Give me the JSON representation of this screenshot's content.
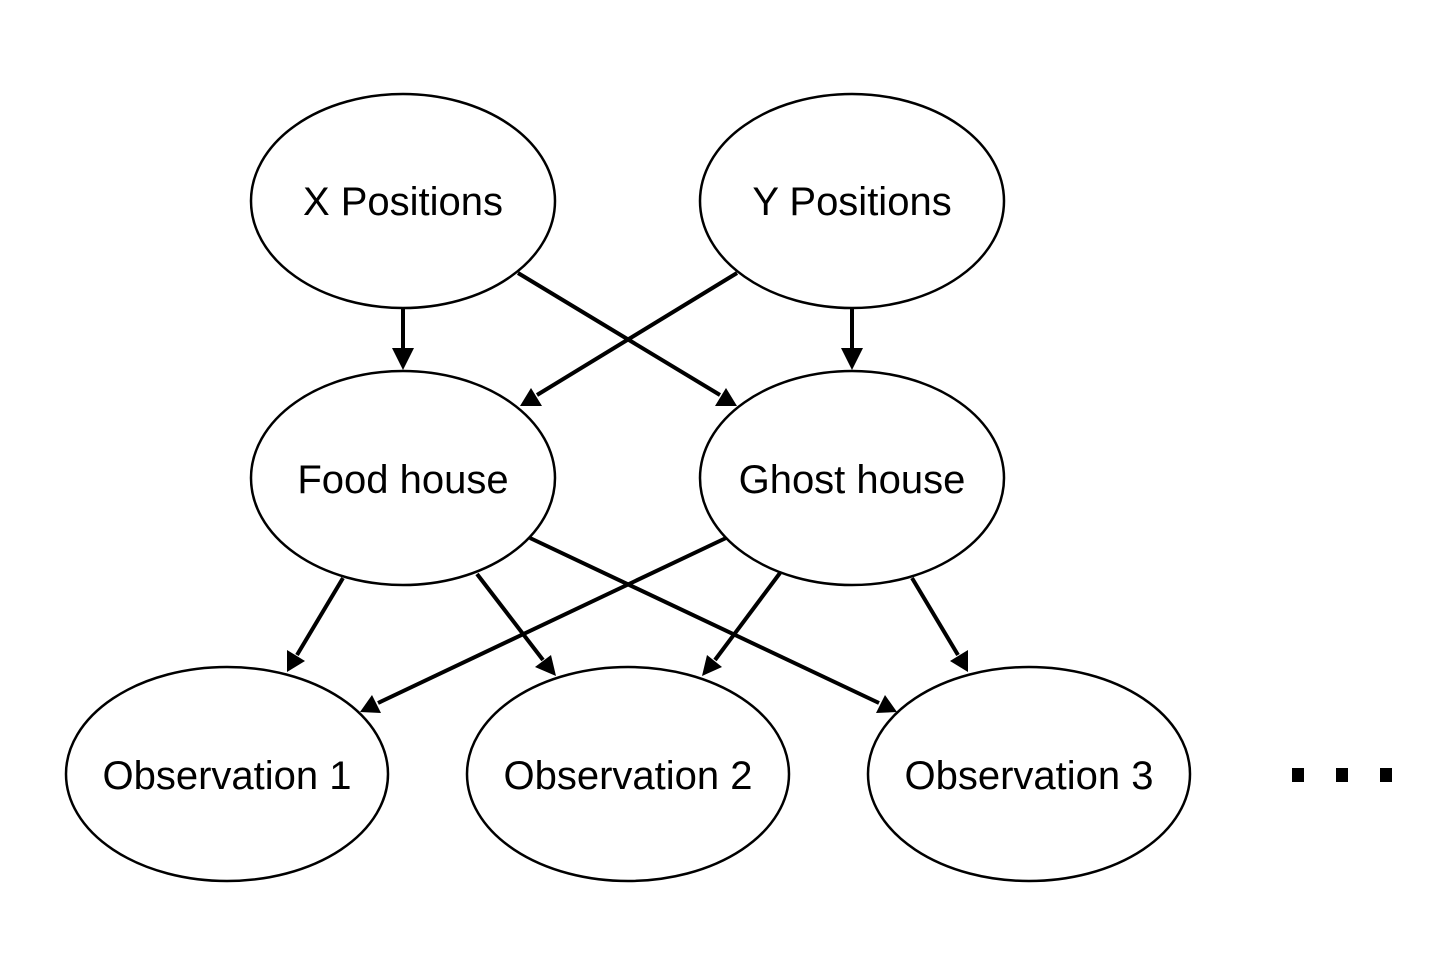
{
  "diagram": {
    "type": "bayesian-network",
    "nodes": {
      "x_positions": "X Positions",
      "y_positions": "Y Positions",
      "food_house": "Food house",
      "ghost_house": "Ghost house",
      "observation_1": "Observation 1",
      "observation_2": "Observation 2",
      "observation_3": "Observation 3"
    },
    "edges": [
      {
        "from": "x_positions",
        "to": "food_house"
      },
      {
        "from": "x_positions",
        "to": "ghost_house"
      },
      {
        "from": "y_positions",
        "to": "food_house"
      },
      {
        "from": "y_positions",
        "to": "ghost_house"
      },
      {
        "from": "food_house",
        "to": "observation_1"
      },
      {
        "from": "food_house",
        "to": "observation_2"
      },
      {
        "from": "food_house",
        "to": "observation_3"
      },
      {
        "from": "ghost_house",
        "to": "observation_1"
      },
      {
        "from": "ghost_house",
        "to": "observation_2"
      },
      {
        "from": "ghost_house",
        "to": "observation_3"
      }
    ],
    "continuation_marker": "ellipsis",
    "colors": {
      "stroke": "#000000",
      "fill": "#ffffff",
      "background": "#ffffff"
    }
  }
}
